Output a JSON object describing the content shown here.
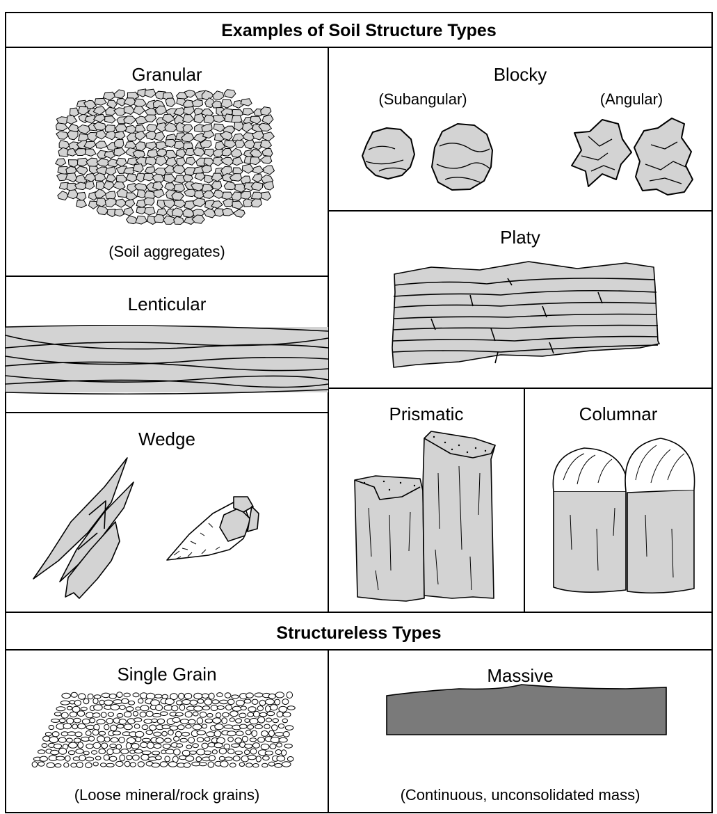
{
  "title": "Examples of Soil Structure Types",
  "section2_title": "Structureless Types",
  "granular": {
    "name": "Granular",
    "caption": "(Soil aggregates)"
  },
  "blocky": {
    "name": "Blocky",
    "sub1": "(Subangular)",
    "sub2": "(Angular)"
  },
  "platy": {
    "name": "Platy"
  },
  "lenticular": {
    "name": "Lenticular"
  },
  "wedge": {
    "name": "Wedge"
  },
  "prismatic": {
    "name": "Prismatic"
  },
  "columnar": {
    "name": "Columnar"
  },
  "single_grain": {
    "name": "Single Grain",
    "caption": "(Loose mineral/rock grains)"
  },
  "massive": {
    "name": "Massive",
    "caption": "(Continuous, unconsolidated mass)"
  },
  "colors": {
    "fill_light": "#d3d3d3",
    "fill_dark": "#7a7a7a",
    "line": "#000000"
  }
}
